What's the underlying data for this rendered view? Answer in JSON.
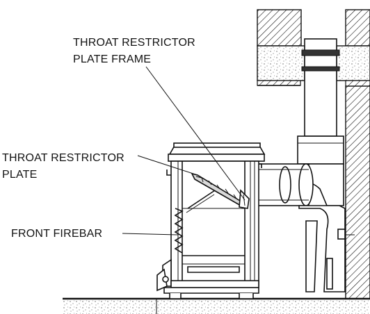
{
  "labels": {
    "frame_line1": "THROAT RESTRICTOR",
    "frame_line2": "PLATE FRAME",
    "plate_line1": "THROAT RESTRICTOR",
    "plate_line2": "PLATE",
    "firebar": "FRONT FIREBAR"
  }
}
